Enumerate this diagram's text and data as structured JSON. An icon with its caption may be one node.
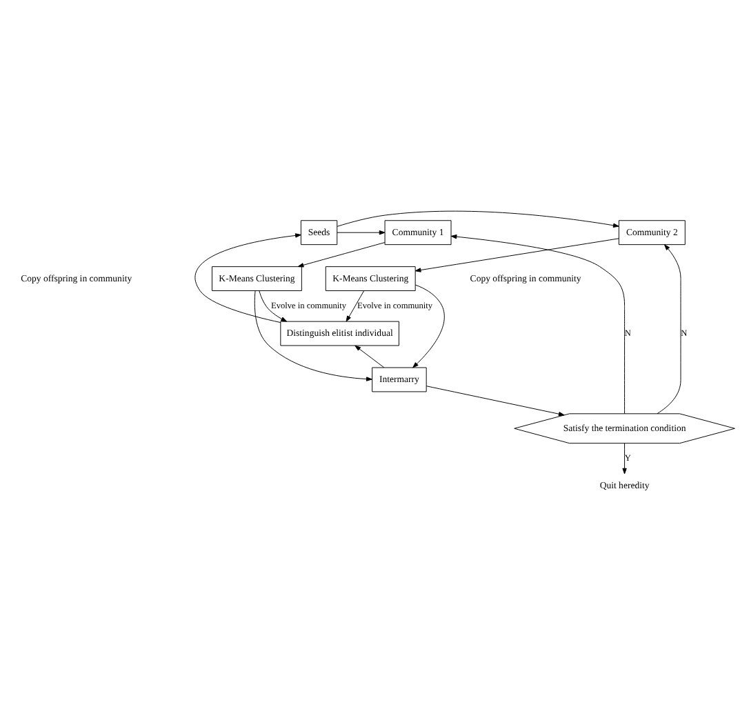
{
  "diagram": {
    "nodes": [
      {
        "text": [
          "Community 1"
        ]
      },
      {
        "text": [
          "Seeds"
        ]
      },
      {
        "text": [
          "Community 2"
        ]
      },
      {
        "text": [
          "K-Means Clustering"
        ]
      },
      {
        "text": [
          "K-Means Clustering"
        ]
      },
      {
        "text": [
          "Distinguish elitist individual"
        ]
      },
      {
        "text": [
          "Intermarry"
        ]
      },
      {
        "text": [
          "Satisfy the termination condition"
        ]
      },
      {
        "text": [
          "Quit heredity"
        ]
      }
    ],
    "edges": [
      {
        "from": 1,
        "to": 0,
        "arrow": "to"
      },
      {
        "from": 1,
        "to": 2,
        "arrow": "to"
      },
      {
        "from": 0,
        "to": 3,
        "arrow": "to"
      },
      {
        "from": 2,
        "to": 4,
        "arrow": "to"
      },
      {
        "from": 3,
        "to": 5,
        "arrow": "to",
        "label": "Evolve in community"
      },
      {
        "from": 3,
        "to": 6,
        "arrow": "to"
      },
      {
        "from": 4,
        "to": 5,
        "arrow": "to",
        "label": "Evolve in community"
      },
      {
        "from": 4,
        "to": 6,
        "arrow": "to"
      },
      {
        "from": 5,
        "to": 1,
        "arrow": "to"
      },
      {
        "from": 6,
        "to": 5,
        "arrow": "to"
      },
      {
        "from": 6,
        "to": 7,
        "arrow": "to"
      },
      {
        "from": 7,
        "to": 0,
        "arrow": "to",
        "label": "N"
      },
      {
        "from": 7,
        "to": 2,
        "arrow": "to",
        "label": "N"
      },
      {
        "from": 7,
        "to": 8,
        "arrow": "to",
        "label": "Y"
      }
    ],
    "labels": [
      "Copy offspring in community",
      "Copy offspring in community"
    ]
  }
}
